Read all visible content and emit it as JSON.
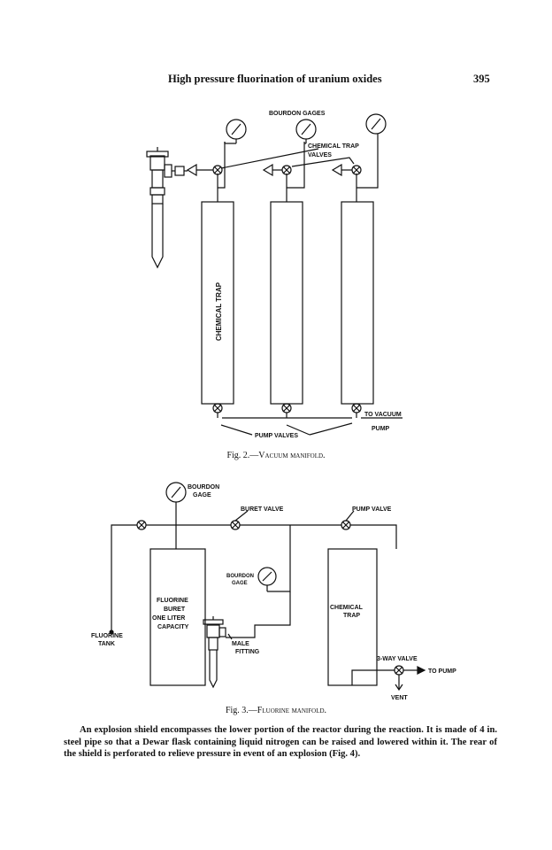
{
  "header": {
    "running_title": "High pressure fluorination of uranium oxides",
    "page_number": "395"
  },
  "figure2": {
    "labels": {
      "bourdon_gages": "BOURDON GAGES",
      "chemical_trap_valves_1": "CHEMICAL TRAP",
      "chemical_trap_valves_2": "VALVES",
      "chemical_trap": "CHEMICAL TRAP",
      "to_vacuum": "TO VACUUM",
      "pump": "PUMP",
      "pump_valves": "PUMP VALVES"
    },
    "caption_prefix": "Fig. 2.",
    "caption_title": "Vacuum manifold."
  },
  "figure3": {
    "labels": {
      "bourdon_gage_1": "BOURDON",
      "bourdon_gage_2": "GAGE",
      "buret_valve": "BURET VALVE",
      "pump_valve": "PUMP VALVE",
      "bourdon_gage_small_1": "BOURDON",
      "bourdon_gage_small_2": "GAGE",
      "fluorine_buret_1": "FLUORINE",
      "fluorine_buret_2": "BURET",
      "fluorine_buret_3": "ONE LITER",
      "fluorine_buret_4": "CAPACITY",
      "fluorine_tank_1": "FLUORINE",
      "fluorine_tank_2": "TANK",
      "male_fitting_1": "MALE",
      "male_fitting_2": "FITTING",
      "chemical_trap_1": "CHEMICAL",
      "chemical_trap_2": "TRAP",
      "three_way_valve": "3-WAY VALVE",
      "to_pump": "TO PUMP",
      "vent": "VENT"
    },
    "caption_prefix": "Fig. 3.",
    "caption_title": "Fluorine manifold."
  },
  "body_paragraph": "An explosion shield encompasses the lower portion of the reactor during the reaction. It is made of 4 in. steel pipe so that a Dewar flask containing liquid nitrogen can be raised and lowered within it. The rear of the shield is perforated to relieve pressure in event of an explosion (Fig. 4)."
}
